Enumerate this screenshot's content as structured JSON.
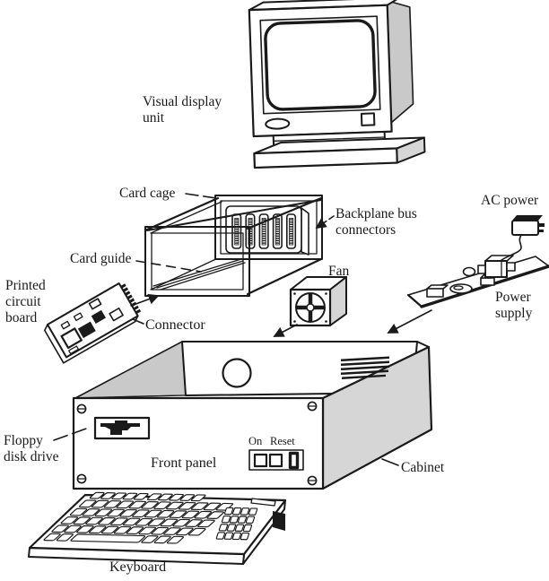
{
  "labels": {
    "visual_display_unit": "Visual display unit",
    "card_cage": "Card cage",
    "backplane_bus_connectors": "Backplane bus connectors",
    "ac_power": "AC power",
    "card_guide": "Card guide",
    "printed_circuit_board": "Printed circuit board",
    "connector": "Connector",
    "fan": "Fan",
    "power_supply": "Power supply",
    "floppy_disk_drive": "Floppy disk drive",
    "front_panel": "Front panel",
    "switch_on": "On",
    "switch_reset": "Reset",
    "cabinet": "Cabinet",
    "keyboard": "Keyboard"
  },
  "colors": {
    "ink": "#1a1a1a",
    "paper": "#ffffff",
    "shade": "#d6d6d6",
    "shade2": "#c9c9c9"
  }
}
